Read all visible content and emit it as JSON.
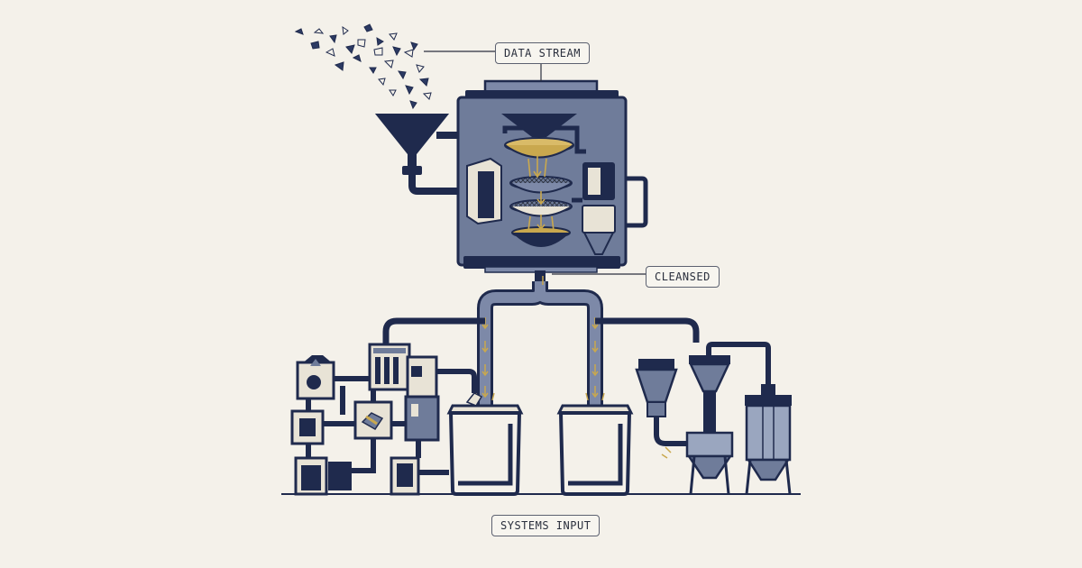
{
  "labels": {
    "data_stream": "DATA STREAM",
    "cleansed": "CLEANSED",
    "systems_input": "SYSTEMS INPUT"
  },
  "colors": {
    "background": "#f4f1ea",
    "navy": "#1f2a4d",
    "slate": "#6f7c9a",
    "slate_light": "#9aa6bf",
    "gold": "#c9a84e",
    "line": "#2a2f3d"
  }
}
